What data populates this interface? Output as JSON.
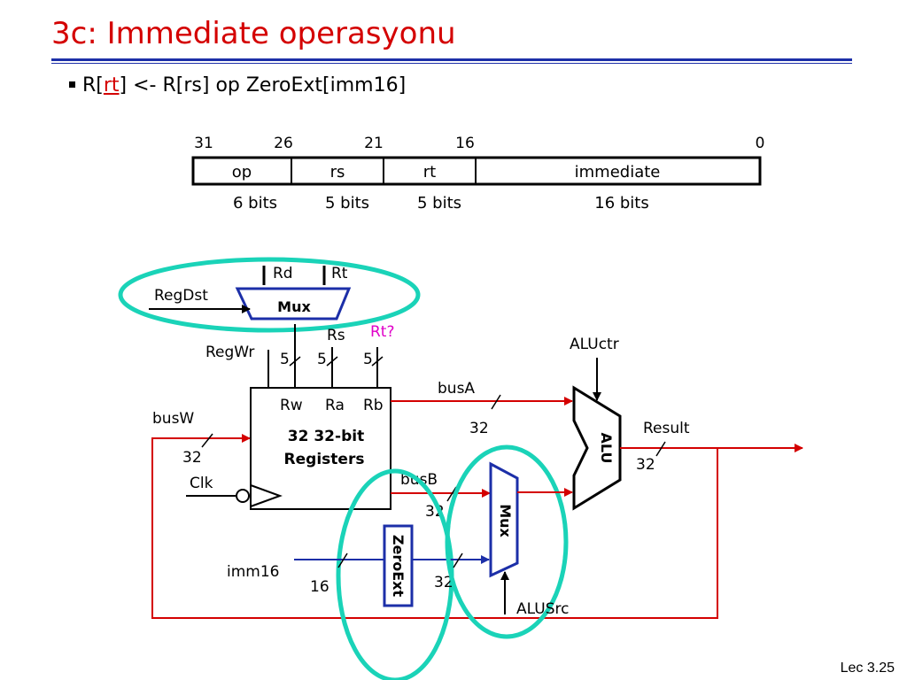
{
  "title": "3c: Immediate operasyonu",
  "bullet": {
    "prefix": "R[",
    "rt": "rt",
    "suffix": "] <- R[rs]  op  ZeroExt[imm16]"
  },
  "format": {
    "bit_numbers": [
      "31",
      "26",
      "21",
      "16",
      "0"
    ],
    "fields": [
      {
        "name": "op",
        "width": "6 bits"
      },
      {
        "name": "rs",
        "width": "5 bits"
      },
      {
        "name": "rt",
        "width": "5 bits"
      },
      {
        "name": "immediate",
        "width": "16 bits"
      }
    ]
  },
  "datapath": {
    "regdst": "RegDst",
    "mux_top": "Mux",
    "rd": "Rd",
    "rt_label": "Rt",
    "rs": "Rs",
    "rt_question": "Rt?",
    "regwr": "RegWr",
    "five": "5",
    "rw": "Rw",
    "ra": "Ra",
    "rb": "Rb",
    "reg_line1": "32  32-bit",
    "reg_line2": "Registers",
    "busw": "busW",
    "clk": "Clk",
    "busa": "busA",
    "busb": "busB",
    "thirty_two": "32",
    "aluctr": "ALUctr",
    "alu": "ALU",
    "result": "Result",
    "mux_src": "Mux",
    "zeroext": "ZeroExt",
    "imm16": "imm16",
    "sixteen": "16",
    "alusrc": "ALUSrc",
    "colors": {
      "red": "#d40000",
      "blue": "#1c2fa8",
      "teal": "#1ad3b8",
      "magenta": "#e000c8"
    }
  },
  "footer": "Lec 3.25"
}
